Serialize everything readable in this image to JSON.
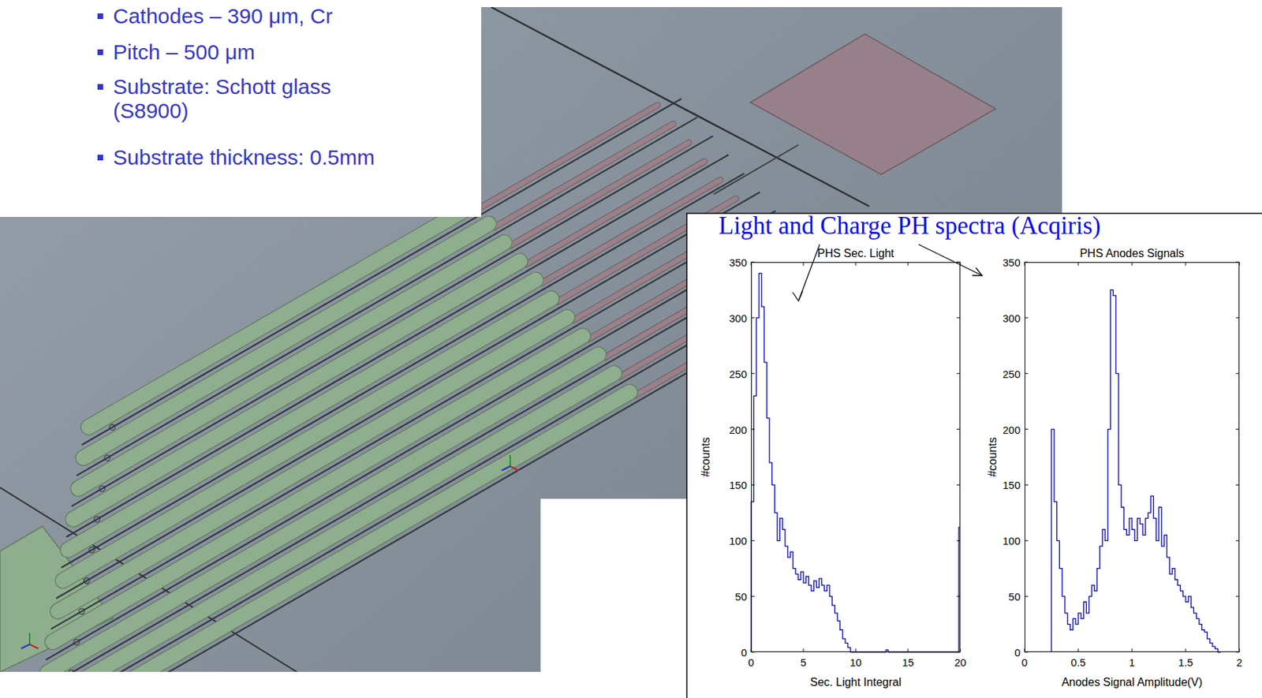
{
  "diagram": {
    "nodes": [
      {
        "text": [
          "PHS Sec. Light"
        ]
      },
      {
        "text": [
          "PHS Anodes Signals"
        ]
      }
    ],
    "labels": [
      "Cathodes – 390 μm, Cr",
      "Pitch – 500 μm",
      "Substrate: Schott glass (S8900)",
      "Substrate thickness: 0.5mm",
      "Light and Charge PH spectra (Acqiris)",
      "#counts",
      "0",
      "50",
      "100",
      "150",
      "200",
      "250",
      "300",
      "350",
      "0",
      "5",
      "10",
      "15",
      "20",
      "Sec. Light Integral",
      "#counts",
      "0",
      "50",
      "100",
      "150",
      "200",
      "250",
      "300",
      "350",
      "0",
      "0.5",
      "1",
      "1.5",
      "2",
      "Anodes Signal Amplitude(V)"
    ]
  }
}
